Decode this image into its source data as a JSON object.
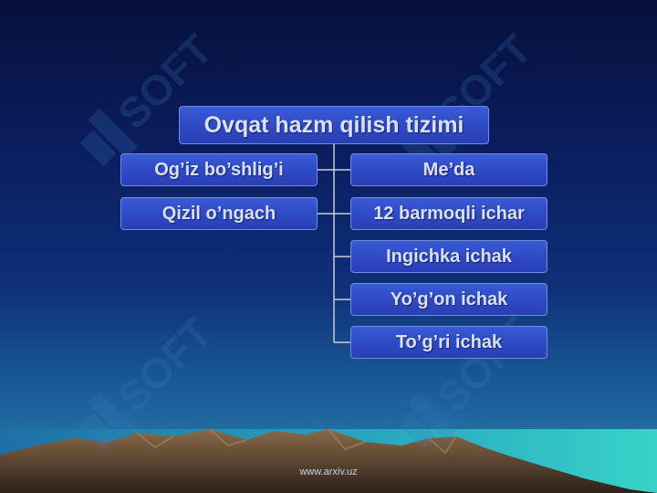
{
  "title": "Ovqat hazm qilish  tizimi",
  "left_items": [
    "Og’iz bo’shlig’i",
    "Qizil o’ngach"
  ],
  "right_items": [
    "Me’da",
    "12 barmoqli ichar",
    "Ingichka ichak",
    "Yo’g’on ichak",
    "To’g’ri ichak"
  ],
  "watermark_text": "SOFT",
  "footer_url": "www.arxiv.uz",
  "colors": {
    "box_fill": "#2e49c4",
    "box_border": "#6d8fe0",
    "text": "#d9e0f4",
    "connector": "#c8ccd6"
  }
}
